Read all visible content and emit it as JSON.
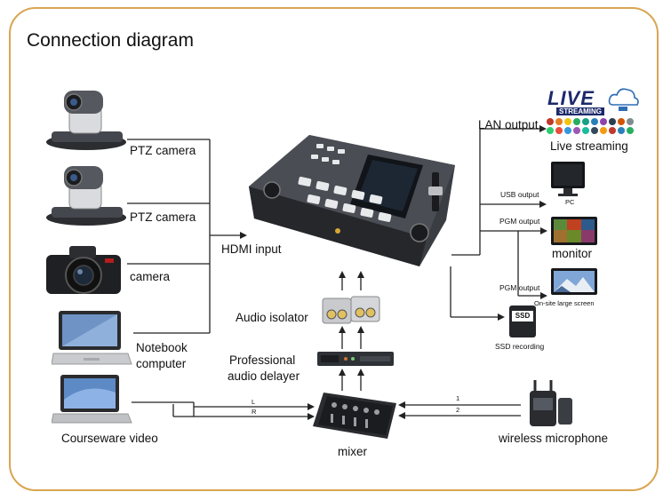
{
  "title": "Connection diagram",
  "inputs": {
    "ptz_camera_1": "PTZ camera",
    "ptz_camera_2": "PTZ camera",
    "camera": "camera",
    "notebook_line1": "Notebook",
    "notebook_line2": "computer",
    "courseware": "Courseware video",
    "hdmi_input": "HDMI input"
  },
  "audio_chain": {
    "audio_isolator": "Audio isolator",
    "delayer_line1": "Professional",
    "delayer_line2": "audio delayer",
    "mixer": "mixer",
    "channel_L": "L",
    "channel_R": "R",
    "channel_1": "1",
    "channel_2": "2",
    "wireless_mic": "wireless microphone"
  },
  "outputs": {
    "lan_output": "LAN output",
    "live_streaming": "Live streaming",
    "usb_output": "USB output",
    "pc": "PC",
    "pgm_output_1": "PGM output",
    "monitor": "monitor",
    "pgm_output_2": "PGM output",
    "large_screen": "On-site large screen",
    "ssd_recording": "SSD recording",
    "ssd_badge": "SSD"
  },
  "logo": {
    "line1": "LIVE",
    "line2": "STREAMING"
  },
  "colors": {
    "frame": "#d9a552",
    "wire": "#222222",
    "device_body": "#3a3d42"
  }
}
